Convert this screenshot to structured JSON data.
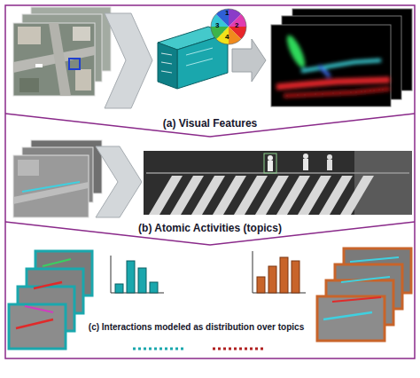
{
  "diagram": {
    "nodes": [
      {
        "text": [
          "(a) Visual Features"
        ]
      },
      {
        "text": [
          "(b) Atomic Activities (topics)"
        ]
      },
      {
        "text": [
          "(c) Interactions modeled as distribution over topics"
        ]
      }
    ],
    "labels": [
      "1",
      "2",
      "3",
      "4"
    ]
  }
}
